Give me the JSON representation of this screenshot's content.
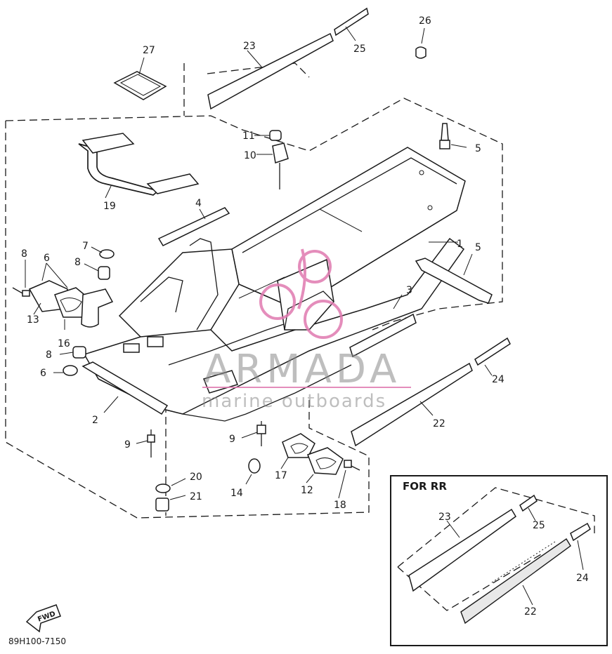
{
  "diagram": {
    "labels": [
      {
        "id": "27",
        "text": "27"
      },
      {
        "id": "23",
        "text": "23"
      },
      {
        "id": "25",
        "text": "25"
      },
      {
        "id": "26",
        "text": "26"
      },
      {
        "id": "11",
        "text": "11"
      },
      {
        "id": "10",
        "text": "10"
      },
      {
        "id": "5a",
        "text": "5"
      },
      {
        "id": "19",
        "text": "19"
      },
      {
        "id": "4",
        "text": "4"
      },
      {
        "id": "1",
        "text": "1"
      },
      {
        "id": "5b",
        "text": "5"
      },
      {
        "id": "7",
        "text": "7"
      },
      {
        "id": "8a",
        "text": "8"
      },
      {
        "id": "8b",
        "text": "8"
      },
      {
        "id": "6a",
        "text": "6"
      },
      {
        "id": "13",
        "text": "13"
      },
      {
        "id": "16",
        "text": "16"
      },
      {
        "id": "3",
        "text": "3"
      },
      {
        "id": "8c",
        "text": "8"
      },
      {
        "id": "6b",
        "text": "6"
      },
      {
        "id": "24",
        "text": "24"
      },
      {
        "id": "2",
        "text": "2"
      },
      {
        "id": "22",
        "text": "22"
      },
      {
        "id": "9a",
        "text": "9"
      },
      {
        "id": "9b",
        "text": "9"
      },
      {
        "id": "20",
        "text": "20"
      },
      {
        "id": "21",
        "text": "21"
      },
      {
        "id": "14",
        "text": "14"
      },
      {
        "id": "17",
        "text": "17"
      },
      {
        "id": "12",
        "text": "12"
      },
      {
        "id": "18",
        "text": "18"
      }
    ],
    "inset": {
      "title": "FOR RR",
      "labels": [
        {
          "id": "i23",
          "text": "23"
        },
        {
          "id": "i25",
          "text": "25"
        },
        {
          "id": "i24",
          "text": "24"
        },
        {
          "id": "i22",
          "text": "22"
        }
      ]
    },
    "fwd_label": "FWD",
    "diagram_code": "89H100-7150"
  },
  "watermark": {
    "brand": "ARMADA",
    "tagline": "marine outboards",
    "accent_color": "#e07ab0"
  }
}
